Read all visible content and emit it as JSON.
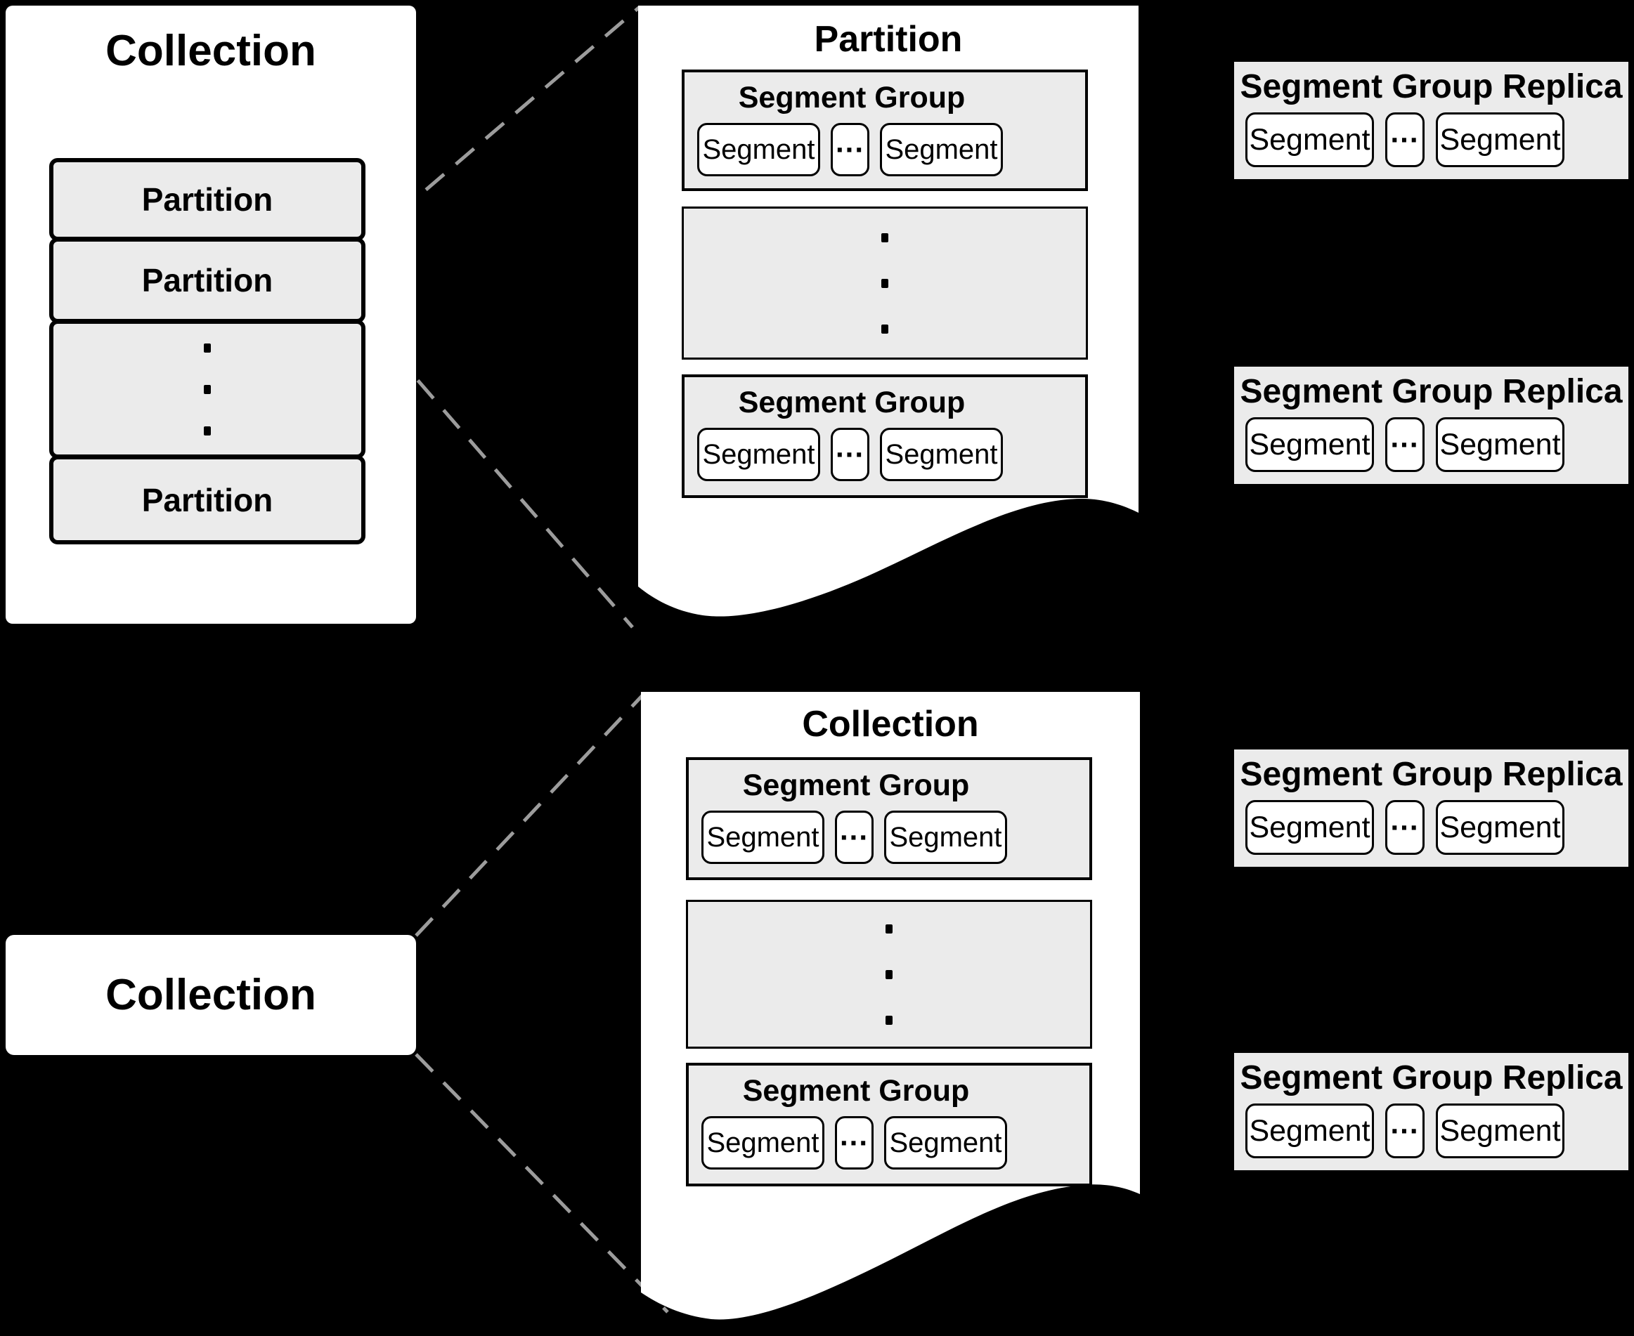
{
  "colors": {
    "background": "#000000",
    "page_fill": "#ffffff",
    "box_fill": "#ebebeb",
    "border": "#000000",
    "connector": "#9c9c9c"
  },
  "panel": {
    "title": "Collection",
    "partitions": [
      "Partition",
      "Partition",
      "Partition"
    ]
  },
  "node": {
    "title": "Collection"
  },
  "docs": [
    {
      "title": "Partition",
      "groups": [
        {
          "title": "Segment Group",
          "segments": [
            "Segment",
            "Segment"
          ],
          "ellipsis": "..."
        },
        {
          "title": "Segment Group",
          "segments": [
            "Segment",
            "Segment"
          ],
          "ellipsis": "..."
        }
      ]
    },
    {
      "title": "Collection",
      "groups": [
        {
          "title": "Segment Group",
          "segments": [
            "Segment",
            "Segment"
          ],
          "ellipsis": "..."
        },
        {
          "title": "Segment Group",
          "segments": [
            "Segment",
            "Segment"
          ],
          "ellipsis": "..."
        }
      ]
    }
  ],
  "replicas": [
    {
      "title": "Segment Group Replica",
      "segments": [
        "Segment",
        "Segment"
      ],
      "ellipsis": "..."
    },
    {
      "title": "Segment Group Replica",
      "segments": [
        "Segment",
        "Segment"
      ],
      "ellipsis": "..."
    },
    {
      "title": "Segment Group Replica",
      "segments": [
        "Segment",
        "Segment"
      ],
      "ellipsis": "..."
    },
    {
      "title": "Segment Group Replica",
      "segments": [
        "Segment",
        "Segment"
      ],
      "ellipsis": "..."
    }
  ]
}
